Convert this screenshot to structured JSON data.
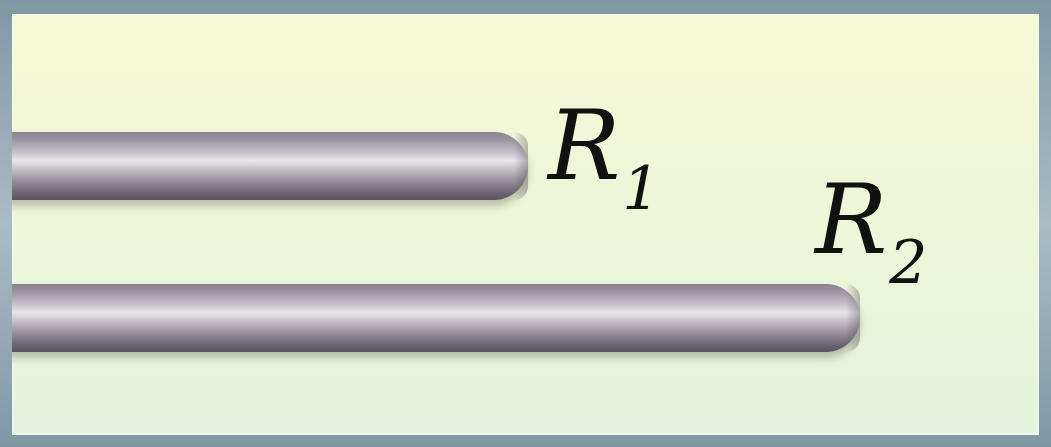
{
  "diagram": {
    "rods": [
      {
        "label_main": "R",
        "label_sub": "1"
      },
      {
        "label_main": "R",
        "label_sub": "2"
      }
    ],
    "colors": {
      "background": "#f2f7d9",
      "frame": "#8fa5b1",
      "rod": "#a49ca8",
      "label": "#111111"
    }
  }
}
